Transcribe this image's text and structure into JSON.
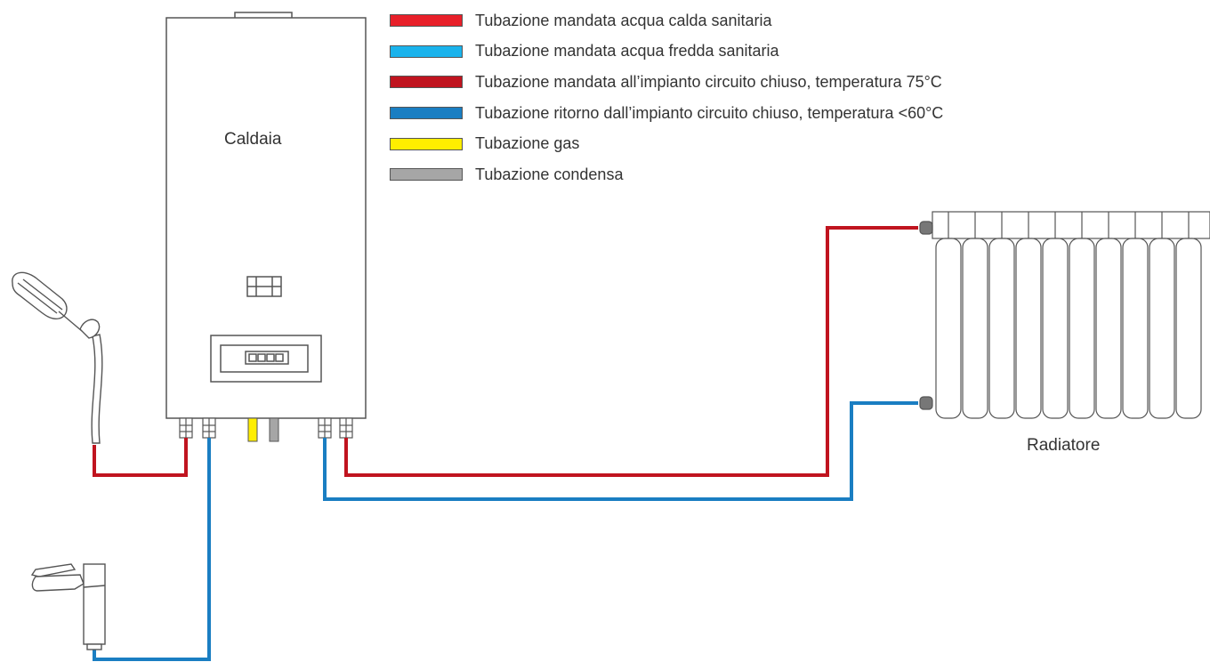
{
  "labels": {
    "boiler": "Caldaia",
    "radiator": "Radiatore"
  },
  "legend": [
    {
      "label": "Tubazione mandata acqua calda sanitaria",
      "color": "#e8202a"
    },
    {
      "label": "Tubazione mandata acqua fredda sanitaria",
      "color": "#1ab3ec"
    },
    {
      "label": "Tubazione mandata all’impianto circuito chiuso, temperatura 75°C",
      "color": "#c0141f"
    },
    {
      "label": "Tubazione ritorno dall’impianto circuito chiuso, temperatura <60°C",
      "color": "#1a7ec2"
    },
    {
      "label": "Tubazione gas",
      "color": "#ffee00"
    },
    {
      "label": "Tubazione condensa",
      "color": "#a6a6a6"
    }
  ],
  "pipe_colors": {
    "hot_supply": "#c0141f",
    "cold_return": "#1a7ec2",
    "gas": "#ffee00",
    "condensate": "#a6a6a6"
  }
}
